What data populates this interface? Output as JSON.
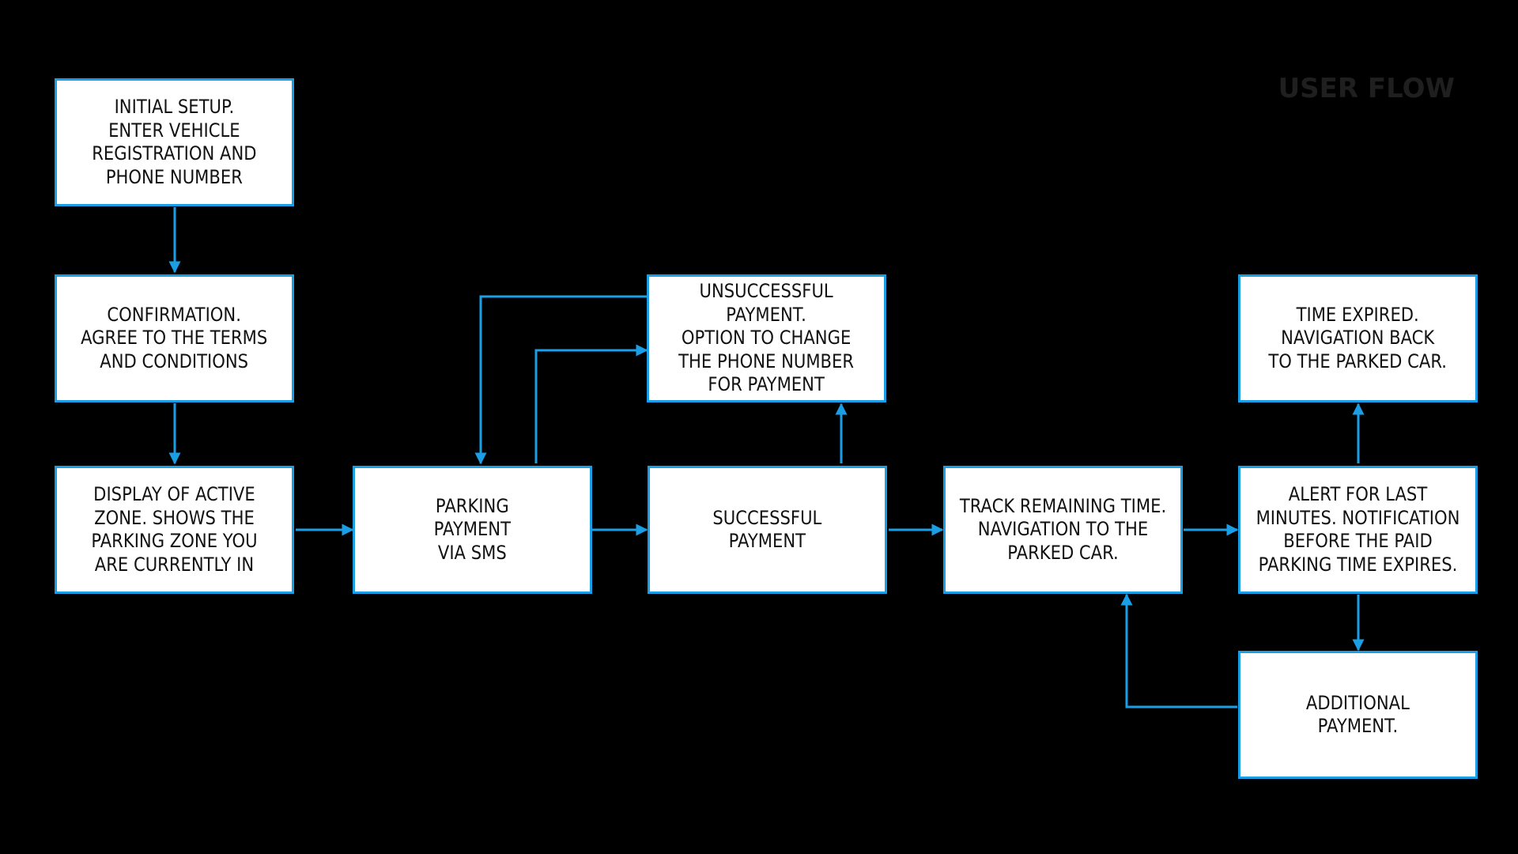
{
  "title": "USER FLOW",
  "accent_color": "#1a9fe6",
  "nodes": {
    "initial_setup": "INITIAL SETUP.\n ENTER VEHICLE\nREGISTRATION AND\nPHONE NUMBER",
    "confirmation": "CONFIRMATION.\n AGREE TO THE TERMS\nAND CONDITIONS",
    "display_zone": "DISPLAY OF ACTIVE\nZONE. SHOWS THE\nPARKING ZONE YOU\nARE CURRENTLY IN",
    "parking_payment": "PARKING\nPAYMENT\nVIA SMS",
    "unsuccessful_payment": "UNSUCCESSFUL\nPAYMENT.\n OPTION TO CHANGE\nTHE PHONE NUMBER\nFOR PAYMENT",
    "successful_payment": "SUCCESSFUL\nPAYMENT",
    "track_time": "TRACK REMAINING TIME.\nNAVIGATION TO THE\nPARKED CAR.",
    "alert": "ALERT FOR LAST\nMINUTES. NOTIFICATION\nBEFORE THE PAID\nPARKING TIME EXPIRES.",
    "time_expired": "TIME EXPIRED.\nNAVIGATION BACK\nTO THE PARKED CAR.",
    "additional_payment": "ADDITIONAL\nPAYMENT."
  }
}
